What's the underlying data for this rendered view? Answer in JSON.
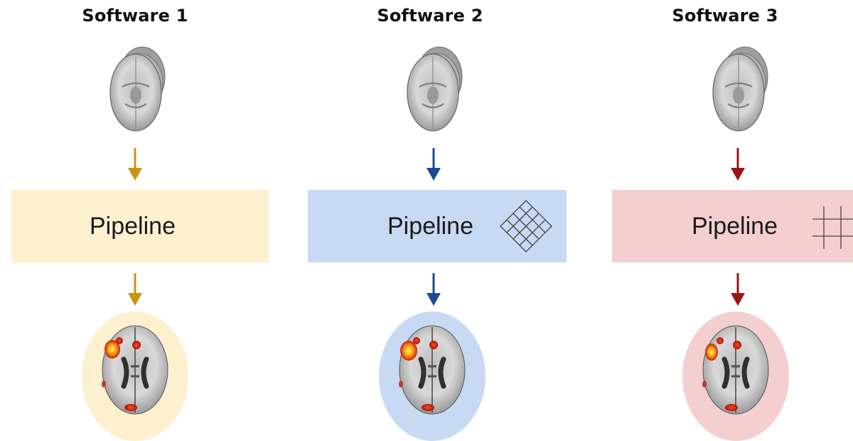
{
  "columns": [
    {
      "title": "Software 1",
      "pipeline_label": "Pipeline",
      "color": "#c9940f",
      "box_color": "#fdf0cf",
      "ellipse_color": "#fdf0cf",
      "template_icon": "none"
    },
    {
      "title": "Software 2",
      "pipeline_label": "Pipeline",
      "color": "#1f4a92",
      "box_color": "#c8d9f3",
      "ellipse_color": "#c8d9f3",
      "template_icon": "diamond-mesh-icon"
    },
    {
      "title": "Software 3",
      "pipeline_label": "Pipeline",
      "color": "#9c1414",
      "box_color": "#f3cfd0",
      "ellipse_color": "#f3cfd0",
      "template_icon": "crosshair-grid-icon"
    }
  ],
  "icons": {
    "input_image": "mri-slice-stack-icon",
    "output_image": "activation-map-brain-icon",
    "flow": "arrow-down-icon"
  }
}
